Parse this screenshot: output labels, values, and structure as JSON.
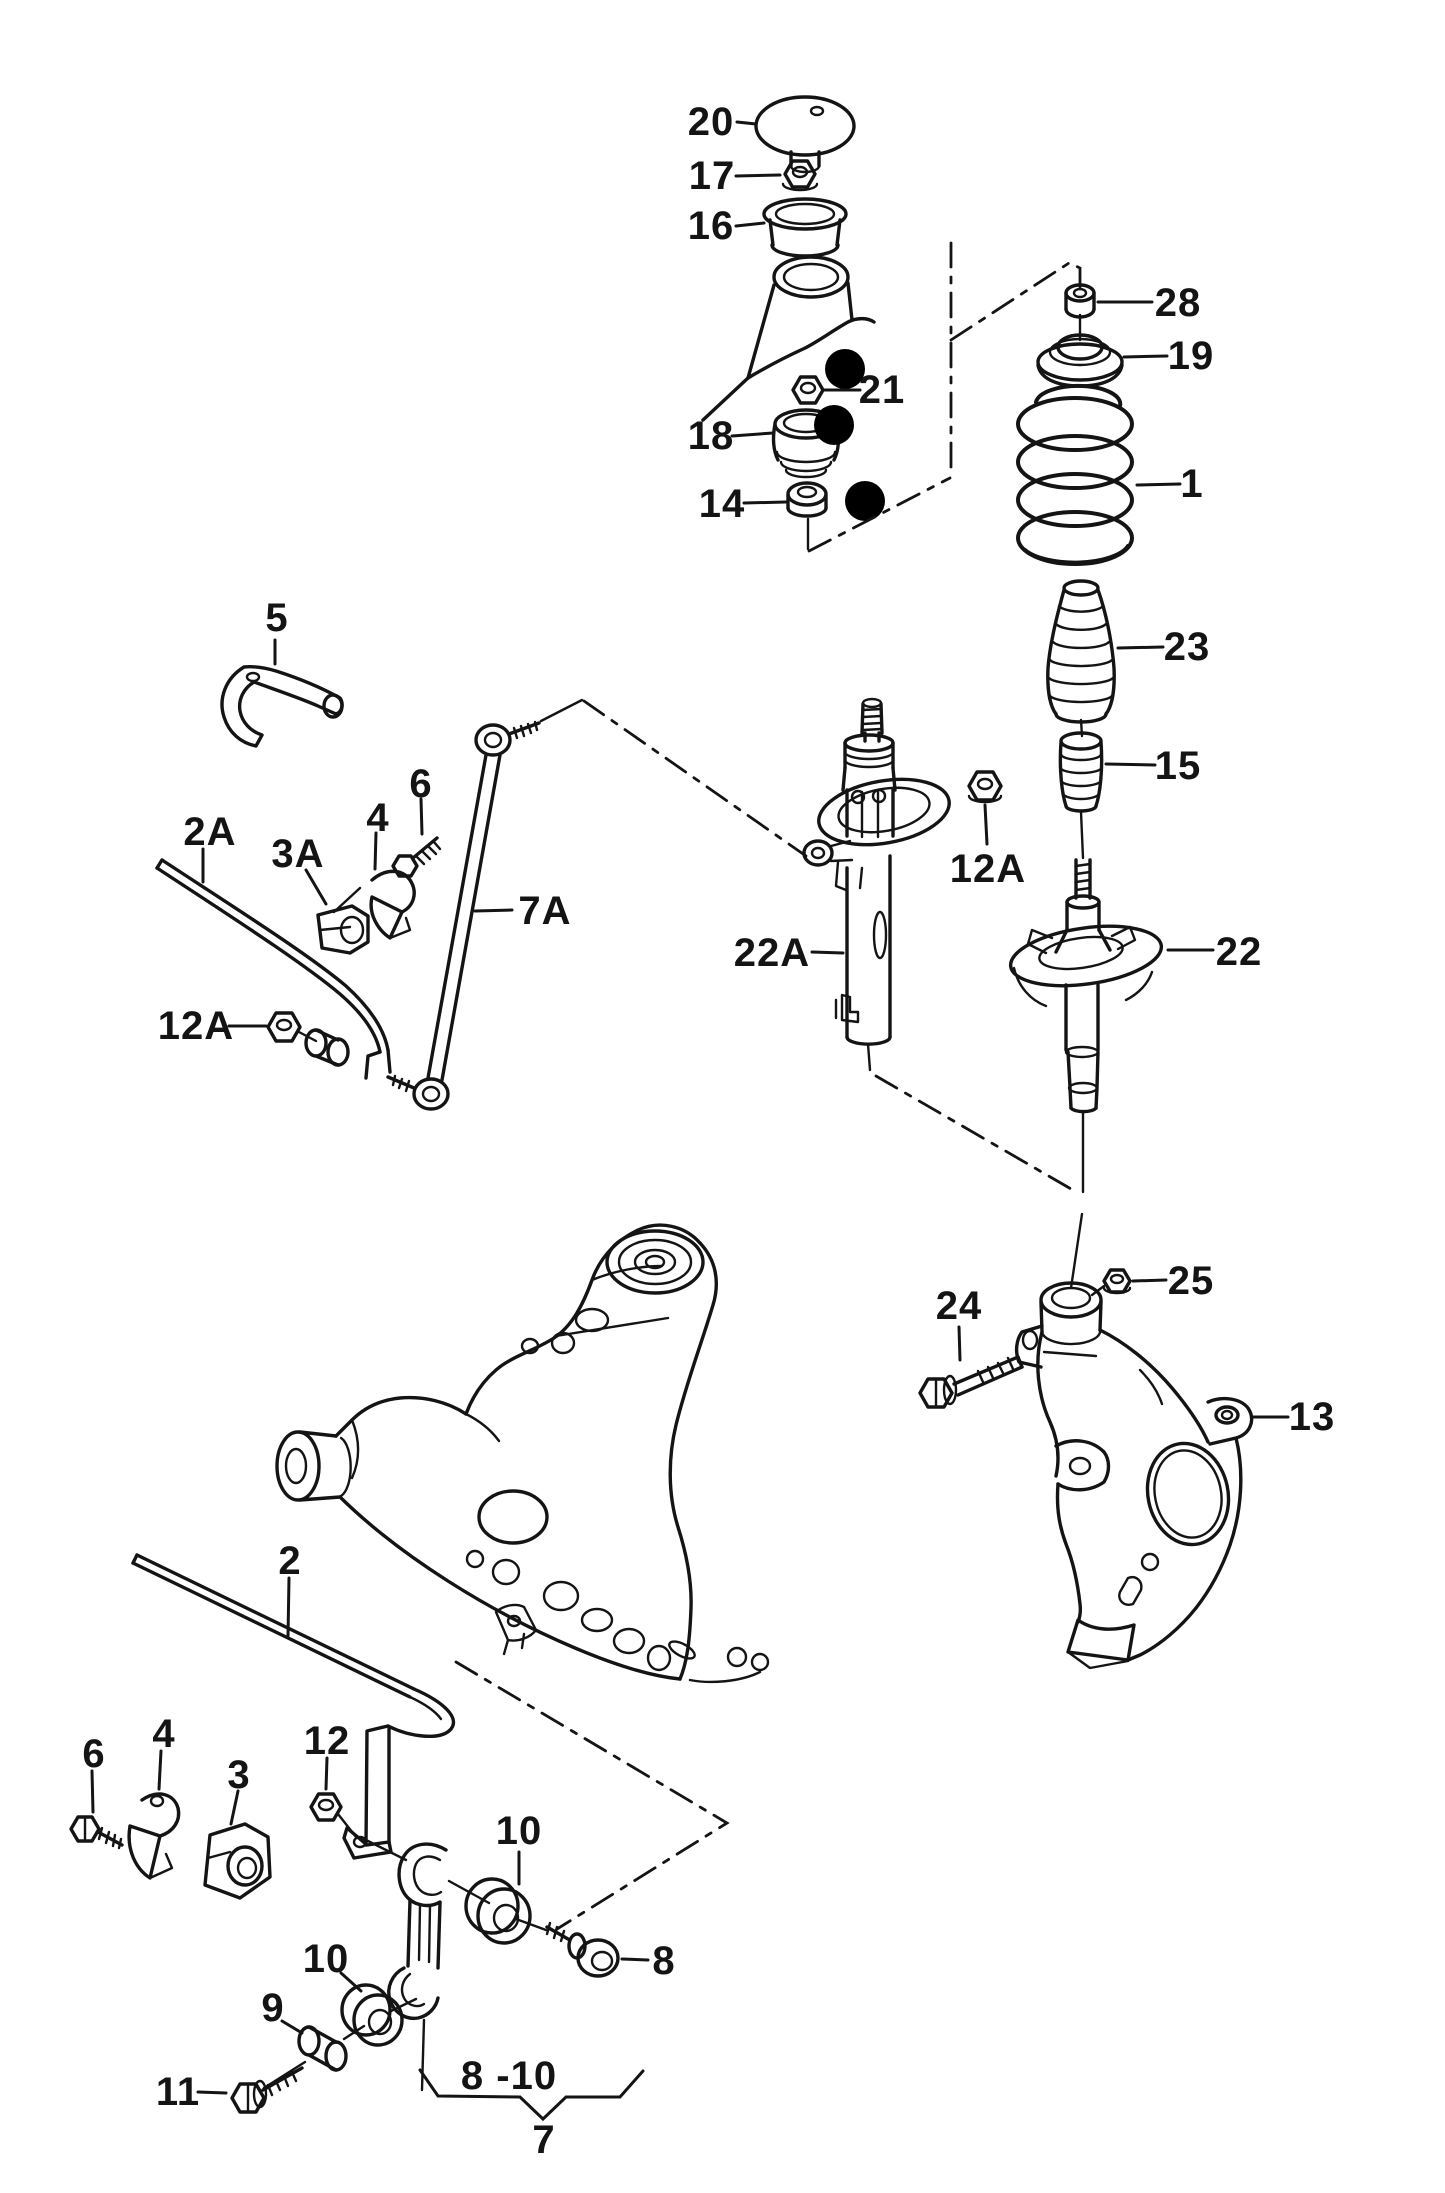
{
  "diagram": {
    "type": "exploded-parts-diagram",
    "subject": "front suspension: strut, coil spring, anti-roll bar, control arm, wheel bearing housing",
    "background_color": "#ffffff",
    "line_color": "#141414",
    "highlight_color": "#000000",
    "highlight_dots": {
      "count": 3,
      "near_parts": [
        "21",
        "18",
        "14"
      ]
    },
    "labels": {
      "p20": "20",
      "p17": "17",
      "p16": "16",
      "p21": "21",
      "p18": "18",
      "p14": "14",
      "p28": "28",
      "p19": "19",
      "p1": "1",
      "p23": "23",
      "p15": "15",
      "p22": "22",
      "p22A": "22A",
      "p12A_mid": "12A",
      "p12A_left": "12A",
      "p5": "5",
      "p2A": "2A",
      "p3A": "3A",
      "p4_top": "4",
      "p6_top": "6",
      "p7A": "7A",
      "p25": "25",
      "p24": "24",
      "p13": "13",
      "p2": "2",
      "p6_bottom": "6",
      "p4_bottom": "4",
      "p3_bottom": "3",
      "p12": "12",
      "p10_upper": "10",
      "p10_lower": "10",
      "p9": "9",
      "p8": "8",
      "p11": "11",
      "p8_10": "8 -10",
      "p7": "7"
    }
  }
}
